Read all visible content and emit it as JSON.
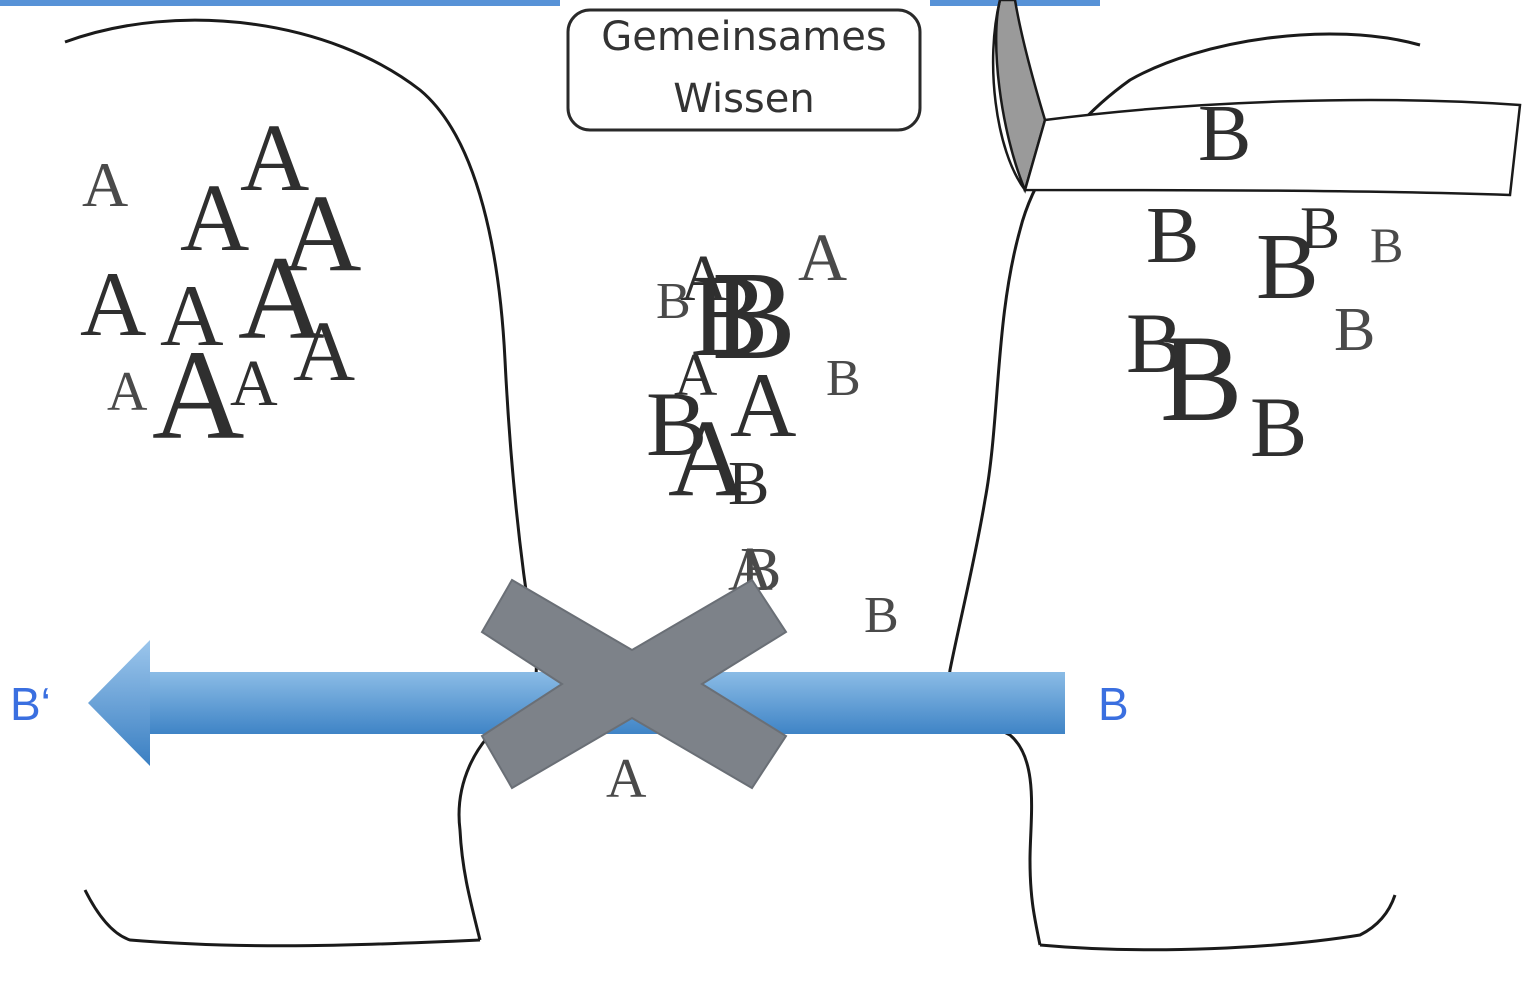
{
  "colors": {
    "arrow_light": "#7fb2e0",
    "arrow_dark": "#3f84c6",
    "label_blue": "#3a6fe0",
    "cross": "#7d8289",
    "outline": "#1a1a1a",
    "title_bar_blue": "#3a7fd0"
  },
  "shared_knowledge": {
    "line1": "Gemeinsames",
    "line2": "Wissen"
  },
  "arrow": {
    "source_label": "B",
    "target_label": "B‘"
  },
  "glyphs": {
    "a": "A",
    "b": "B"
  },
  "icons": {
    "cross": "cross-icon",
    "arrow": "arrow-left-icon",
    "head_left": "head-silhouette-icon",
    "head_right": "blindfolded-head-icon"
  }
}
